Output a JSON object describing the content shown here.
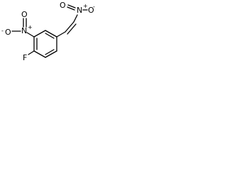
{
  "molecule": {
    "atoms": {
      "fluorine": "F",
      "ring_nitro_nitrogen": "N",
      "ring_nitro_plus": "+",
      "ring_nitro_oxygen_double": "O",
      "ring_nitro_oxygen_single": "O",
      "ring_nitro_minus": "-",
      "vinyl_nitro_nitrogen": "N",
      "vinyl_nitro_plus": "+",
      "vinyl_nitro_oxygen_double": "O",
      "vinyl_nitro_oxygen_single": "O",
      "vinyl_nitro_minus": "-"
    }
  }
}
